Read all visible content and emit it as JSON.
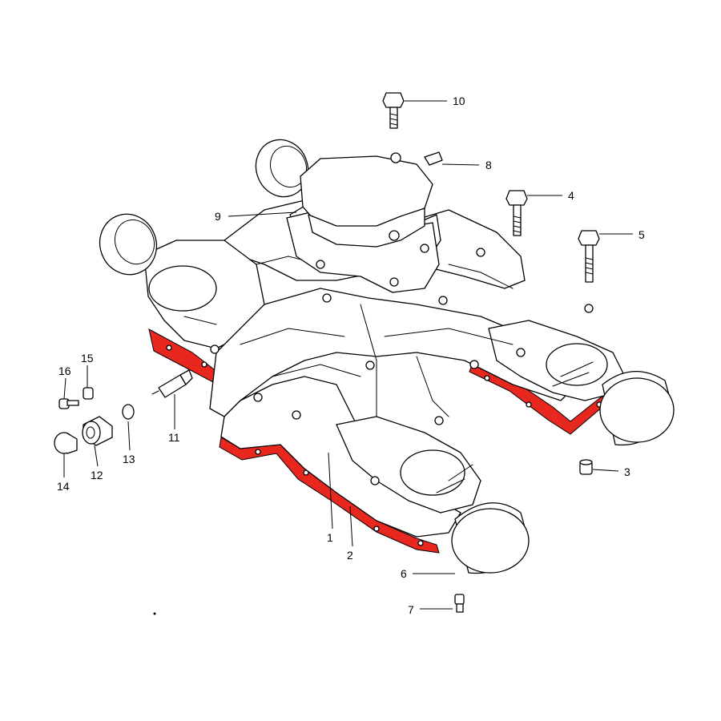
{
  "colors": {
    "background": "#ffffff",
    "line": "#000000",
    "gasket_highlight": "#e8281f"
  },
  "callouts": {
    "c1": "1",
    "c2": "2",
    "c3": "3",
    "c4": "4",
    "c5": "5",
    "c6": "6",
    "c7": "7",
    "c8": "8",
    "c9": "9",
    "c10": "10",
    "c11": "11",
    "c12": "12",
    "c13": "13",
    "c14": "14",
    "c15": "15",
    "c16": "16"
  }
}
